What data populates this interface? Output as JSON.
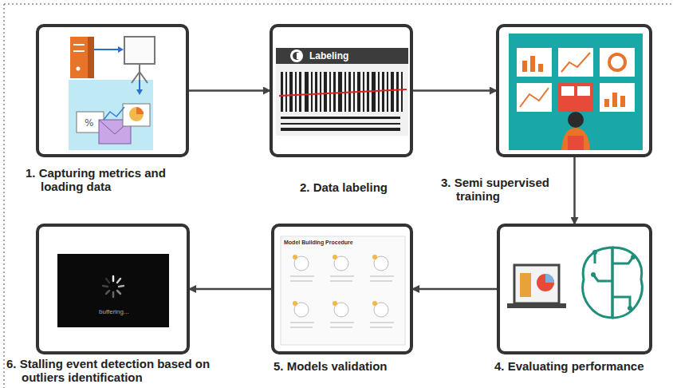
{
  "diagram": {
    "nodes": [
      {
        "text": [
          "1. Capturing metrics and loading data"
        ]
      },
      {
        "text": [
          "2. Data labeling"
        ]
      },
      {
        "text": [
          "3. Semi supervised training"
        ]
      },
      {
        "text": [
          "4. Evaluating performance"
        ]
      },
      {
        "text": [
          "5. Models validation"
        ]
      },
      {
        "text": [
          "6. Stalling event detection based on outliers identification"
        ]
      }
    ],
    "edges": [
      {
        "from": 0,
        "to": 1,
        "arrow": "to"
      },
      {
        "from": 1,
        "to": 2,
        "arrow": "to"
      },
      {
        "from": 2,
        "to": 3,
        "arrow": "to"
      },
      {
        "from": 3,
        "to": 4,
        "arrow": "to"
      },
      {
        "from": 4,
        "to": 5,
        "arrow": "to"
      }
    ],
    "labels": [
      "Labeling",
      "Model Building Procedure",
      "buffering..."
    ]
  }
}
